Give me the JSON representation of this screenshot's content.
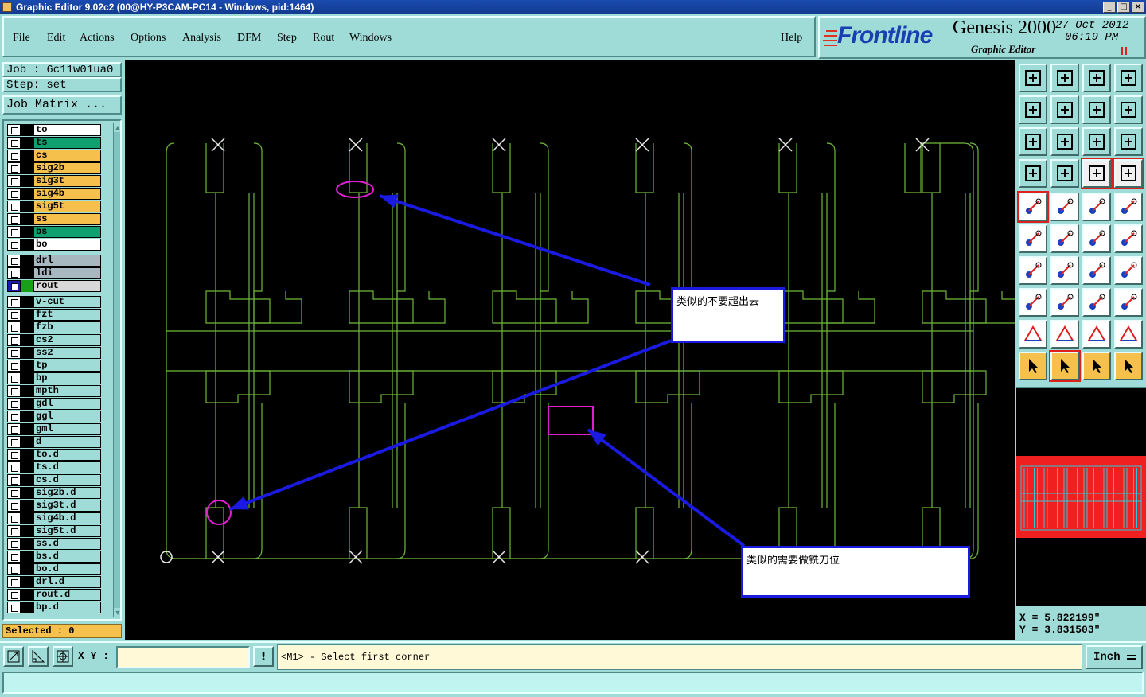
{
  "window": {
    "title": "Graphic Editor 9.02c2 (00@HY-P3CAM-PC14 - Windows, pid:1464)",
    "controls": [
      "_",
      "□",
      "×"
    ]
  },
  "menu": [
    "File",
    "Edit",
    "Actions",
    "Options",
    "Analysis",
    "DFM",
    "Step",
    "Rout",
    "Windows"
  ],
  "help_label": "Help",
  "branding": {
    "logo": "Frontline",
    "product": "Genesis 2000",
    "subtitle": "Graphic Editor",
    "date": "27 Oct 2012",
    "time": "06:19 PM"
  },
  "job": {
    "job_line": "Job : 6c11w01ua0",
    "step_line": "Step: set",
    "matrix_button": "Job Matrix ..."
  },
  "layers": [
    {
      "name": "to",
      "color": "#ffffff"
    },
    {
      "name": "ts",
      "color": "#10a070"
    },
    {
      "name": "cs",
      "color": "#f6c04c"
    },
    {
      "name": "sig2b",
      "color": "#f6c04c"
    },
    {
      "name": "sig3t",
      "color": "#f6c04c"
    },
    {
      "name": "sig4b",
      "color": "#f6c04c"
    },
    {
      "name": "sig5t",
      "color": "#f6c04c"
    },
    {
      "name": "ss",
      "color": "#f6c04c"
    },
    {
      "name": "bs",
      "color": "#10a070"
    },
    {
      "name": "bo",
      "color": "#ffffff"
    },
    {
      "name": "drl",
      "color": "#a8b8c0"
    },
    {
      "name": "ldi",
      "color": "#a8b8c0"
    },
    {
      "name": "rout",
      "color": "#d8d8d8"
    },
    {
      "name": "v-cut",
      "color": "#9fdcd8"
    },
    {
      "name": "fzt",
      "color": "#9fdcd8"
    },
    {
      "name": "fzb",
      "color": "#9fdcd8"
    },
    {
      "name": "cs2",
      "color": "#9fdcd8"
    },
    {
      "name": "ss2",
      "color": "#9fdcd8"
    },
    {
      "name": "tp",
      "color": "#9fdcd8"
    },
    {
      "name": "bp",
      "color": "#9fdcd8"
    },
    {
      "name": "mpth",
      "color": "#9fdcd8"
    },
    {
      "name": "gdl",
      "color": "#9fdcd8"
    },
    {
      "name": "ggl",
      "color": "#9fdcd8"
    },
    {
      "name": "gml",
      "color": "#9fdcd8"
    },
    {
      "name": "d",
      "color": "#9fdcd8"
    },
    {
      "name": "to.d",
      "color": "#9fdcd8"
    },
    {
      "name": "ts.d",
      "color": "#9fdcd8"
    },
    {
      "name": "cs.d",
      "color": "#9fdcd8"
    },
    {
      "name": "sig2b.d",
      "color": "#9fdcd8"
    },
    {
      "name": "sig3t.d",
      "color": "#9fdcd8"
    },
    {
      "name": "sig4b.d",
      "color": "#9fdcd8"
    },
    {
      "name": "sig5t.d",
      "color": "#9fdcd8"
    },
    {
      "name": "ss.d",
      "color": "#9fdcd8"
    },
    {
      "name": "bs.d",
      "color": "#9fdcd8"
    },
    {
      "name": "bo.d",
      "color": "#9fdcd8"
    },
    {
      "name": "drl.d",
      "color": "#9fdcd8"
    },
    {
      "name": "rout.d",
      "color": "#9fdcd8"
    },
    {
      "name": "bp.d",
      "color": "#9fdcd8"
    }
  ],
  "active_layer": "rout",
  "selected_text": "Selected : 0",
  "annotations": {
    "note1": "类似的不要超出去",
    "note2": "类似的需要做铣刀位"
  },
  "coords": {
    "x": "X = 5.822199\"",
    "y": "Y = 3.831503\""
  },
  "bottom": {
    "xy_label": "X Y :",
    "xy_value": "",
    "message": "<M1> - Select first corner",
    "units": "Inch"
  },
  "colors": {
    "outline": "#6fb83a",
    "annotation_blue": "#1a1ae0",
    "marker_magenta": "#e020d0",
    "bg_panel": "#9fdcd8"
  }
}
